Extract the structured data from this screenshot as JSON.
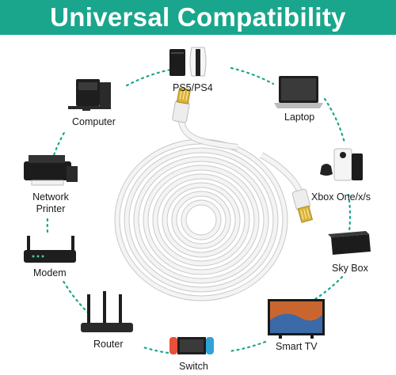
{
  "banner": {
    "title": "Universal Compatibility"
  },
  "devices": {
    "ps5_ps4": "PS5/PS4",
    "laptop": "Laptop",
    "computer": "Computer",
    "xbox": "Xbox One/x/s",
    "network_printer_line1": "Network",
    "network_printer_line2": "Printer",
    "sky_box": "Sky Box",
    "modem": "Modem",
    "smart_tv": "Smart TV",
    "router": "Router",
    "switch": "Switch"
  },
  "colors": {
    "accent": "#1aa68c",
    "cable": "#f2f2f2",
    "connector_gold": "#d9b33a"
  },
  "icons": [
    "playstation-icon",
    "laptop-icon",
    "desktop-computer-icon",
    "xbox-icon",
    "printer-icon",
    "sky-box-icon",
    "modem-icon",
    "tv-icon",
    "router-icon",
    "nintendo-switch-icon",
    "ethernet-cable-icon"
  ]
}
